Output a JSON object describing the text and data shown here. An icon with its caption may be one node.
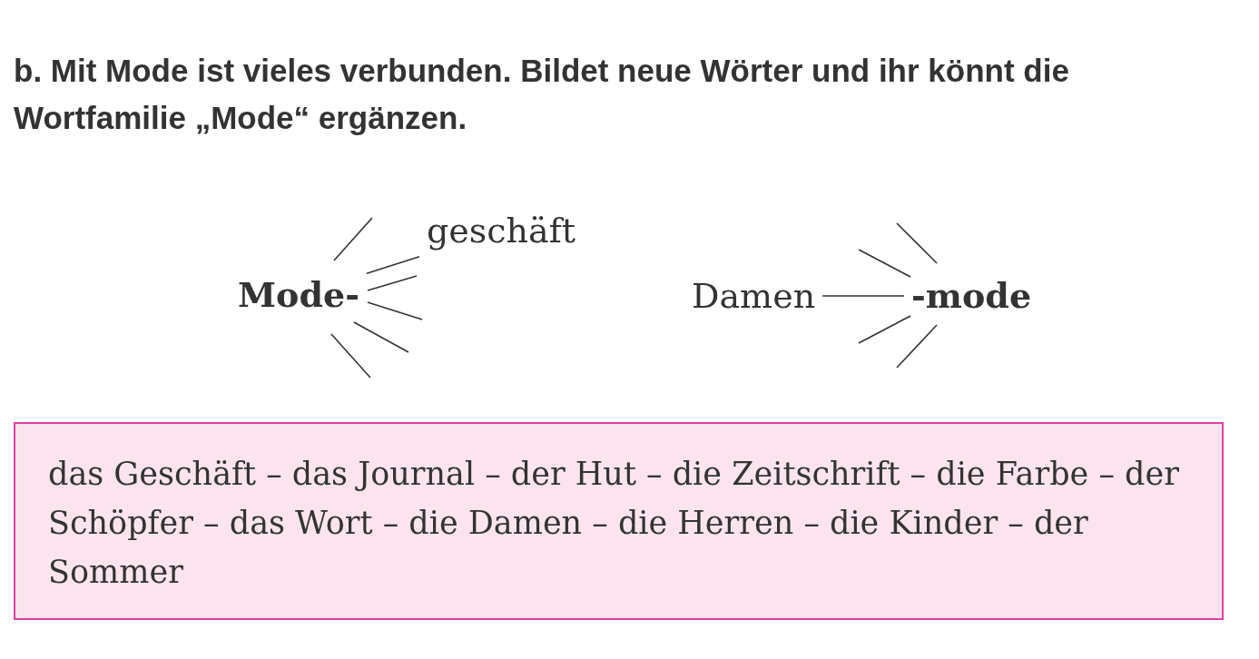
{
  "diagram": {
    "title": "b. Mit Mode ist vieles verbunden. Bildet neue Wörter und ihr könnt die Wortfamilie „Mode“ ergänzen.",
    "nodes": [
      {
        "text": [
          "Mode-"
        ]
      },
      {
        "text": [
          "geschäft"
        ]
      },
      {
        "text": [
          "Damen"
        ]
      },
      {
        "text": [
          "-mode"
        ]
      },
      {
        "text": [
          "das Geschäft – das Journal – der Hut – die Zeitschrift – die Farbe – der Schöpfer – das Wort – die Damen – die Herren – die Kinder – der Sommer"
        ]
      }
    ],
    "edges": [
      {
        "from": 0,
        "to": null,
        "arrow": "none"
      },
      {
        "from": 0,
        "to": 1,
        "arrow": "none"
      },
      {
        "from": 0,
        "to": null,
        "arrow": "none"
      },
      {
        "from": 0,
        "to": null,
        "arrow": "none"
      },
      {
        "from": 0,
        "to": null,
        "arrow": "none"
      },
      {
        "from": 0,
        "to": null,
        "arrow": "none"
      },
      {
        "from": 3,
        "to": null,
        "arrow": "none"
      },
      {
        "from": 3,
        "to": null,
        "arrow": "none"
      },
      {
        "from": 2,
        "to": 3,
        "arrow": "none"
      },
      {
        "from": 3,
        "to": null,
        "arrow": "none"
      },
      {
        "from": 3,
        "to": null,
        "arrow": "none"
      }
    ]
  }
}
